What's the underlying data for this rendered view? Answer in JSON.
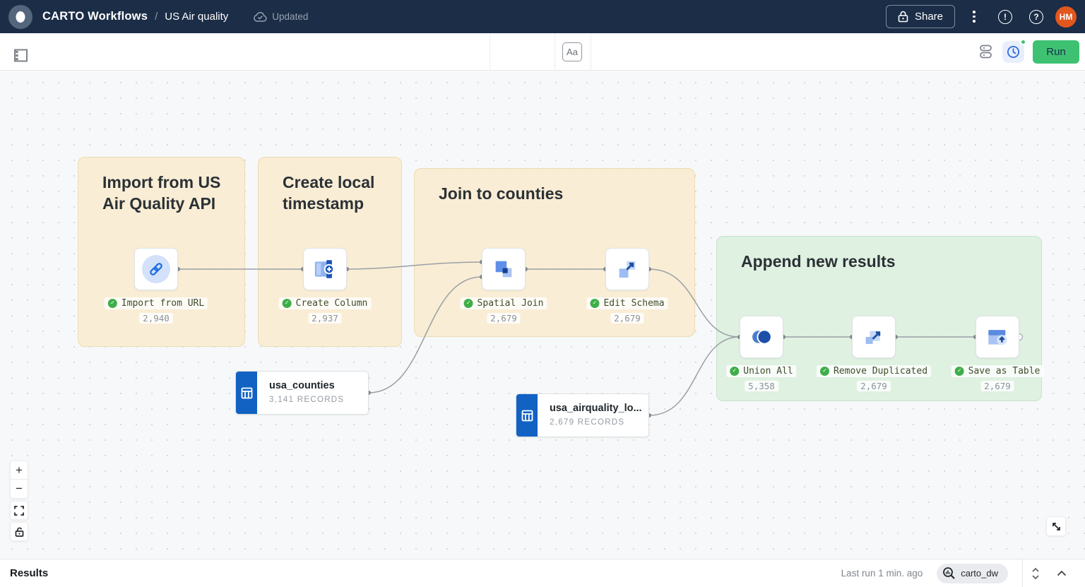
{
  "topbar": {
    "brand": "CARTO Workflows",
    "crumb_separator": "/",
    "workflow_name": "US Air quality",
    "save_status": "Updated",
    "share_label": "Share",
    "avatar_initials": "HM",
    "info_glyph": "!",
    "help_glyph": "?"
  },
  "toolbar": {
    "undo_glyph": "↶",
    "redo_glyph": "↷",
    "text_tool_label": "Aa",
    "run_label": "Run"
  },
  "canvas": {
    "groups": [
      {
        "title": "Import from US Air Quality API"
      },
      {
        "title": "Create local timestamp"
      },
      {
        "title": "Join to counties"
      },
      {
        "title": "Append new results"
      }
    ],
    "nodes": [
      {
        "name": "Import from URL",
        "count": "2,940"
      },
      {
        "name": "Create Column",
        "count": "2,937"
      },
      {
        "name": "Spatial Join",
        "count": "2,679"
      },
      {
        "name": "Edit Schema",
        "count": "2,679"
      },
      {
        "name": "Union All",
        "count": "5,358"
      },
      {
        "name": "Remove Duplicated",
        "count": "2,679"
      },
      {
        "name": "Save as Table",
        "count": "2,679"
      }
    ],
    "sources": [
      {
        "name": "usa_counties",
        "records": "3,141 RECORDS"
      },
      {
        "name": "usa_airquality_lo...",
        "records": "2,679 RECORDS"
      }
    ],
    "check_glyph": "✓",
    "zoom_in_label": "+",
    "zoom_out_label": "−"
  },
  "results_bar": {
    "title": "Results",
    "last_run": "Last run 1 min. ago",
    "connection_name": "carto_dw"
  },
  "colors": {
    "navbar_navy": "#1b2d47",
    "run_green": "#3ec272",
    "accent_blue": "#1a6be0",
    "source_blue": "#1262c4",
    "group_tan": "#f8edd2",
    "group_green": "#def0df",
    "status_check_green": "#3fae49",
    "avatar_orange": "#e2571e"
  }
}
